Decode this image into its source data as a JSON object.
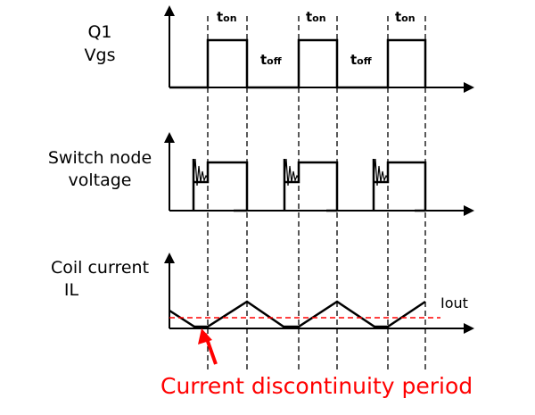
{
  "labels": {
    "q1_vgs_line1": "Q1",
    "q1_vgs_line2": "Vgs",
    "switch_node_line1": "Switch node",
    "switch_node_line2": "voltage",
    "coil_current_line1": "Coil current",
    "coil_current_line2": "IL",
    "iout": "Iout",
    "caption": "Current discontinuity period"
  },
  "timing": {
    "ton": "ton",
    "toff": "toff",
    "ton_prefix": "t",
    "ton_sub": "on",
    "toff_prefix": "t",
    "toff_sub": "off"
  },
  "colors": {
    "waveform": "#000000",
    "dashed_guides": "#000000",
    "iout_line": "#ff0000",
    "caption": "#ff0000",
    "arrow": "#ff0000"
  }
}
